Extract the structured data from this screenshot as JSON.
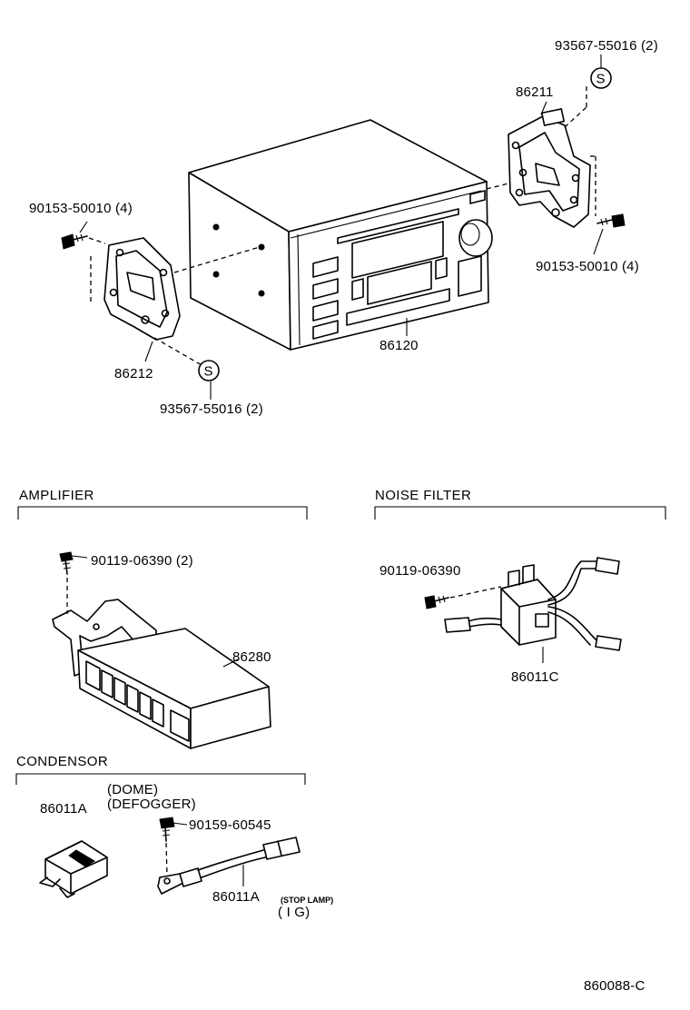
{
  "radio": {
    "part": "86120",
    "bracket_left": "86212",
    "bracket_right": "86211",
    "screw_left": "90153-50010 (4)",
    "screw_right": "90153-50010 (4)",
    "nut_left": "93567-55016 (2)",
    "nut_right": "93567-55016 (2)",
    "nut_symbol": "S"
  },
  "amplifier": {
    "title": "AMPLIFIER",
    "part": "86280",
    "bolt": "90119-06390 (2)"
  },
  "noise_filter": {
    "title": "NOISE FILTER",
    "part": "86011C",
    "bolt": "90119-06390"
  },
  "condensor": {
    "title": "CONDENSOR",
    "note_dome": "(DOME)",
    "note_defogger": "(DEFOGGER)",
    "part_left": "86011A",
    "bolt": "90159-60545",
    "part_right": "86011A",
    "note_stop": "(STOP LAMP)",
    "note_ig": "( I G)"
  },
  "footer": {
    "ref": "860088-C"
  }
}
